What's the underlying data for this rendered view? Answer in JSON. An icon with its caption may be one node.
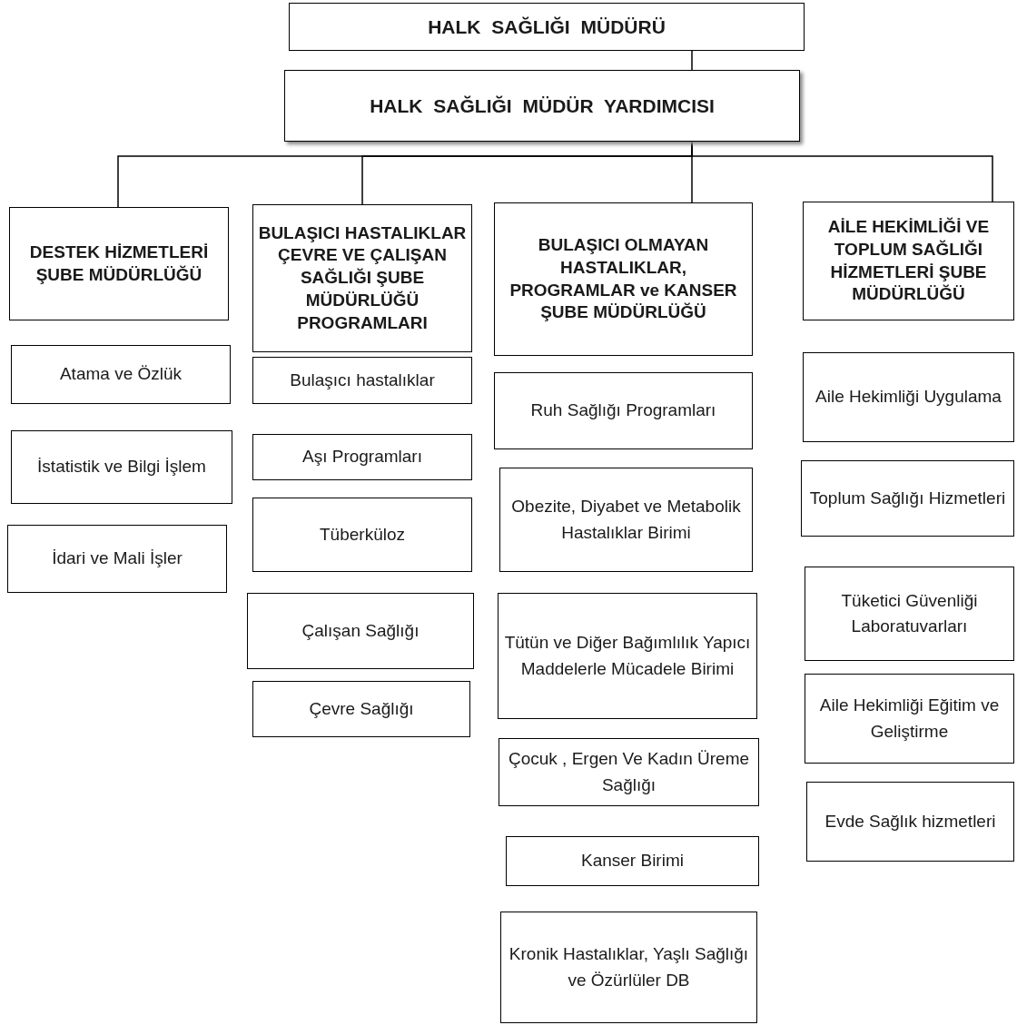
{
  "diagram": {
    "nodes": [
      {
        "text": [
          "HALK SAĞLIĞI MÜDÜRÜ"
        ]
      },
      {
        "text": [
          "HALK SAĞLIĞI MÜDÜR YARDIMCISI"
        ]
      },
      {
        "text": [
          "DESTEK HİZMETLERİ ŞUBE MÜDÜRLÜĞÜ"
        ]
      },
      {
        "text": [
          "BULAŞICI HASTALIKLAR ÇEVRE VE ÇALIŞAN SAĞLIĞI ŞUBE MÜDÜRLÜĞÜ PROGRAMLARI"
        ]
      },
      {
        "text": [
          "BULAŞICI OLMAYAN HASTALIKLAR, PROGRAMLAR ve KANSER ŞUBE MÜDÜRLÜĞÜ"
        ]
      },
      {
        "text": [
          "AİLE HEKİMLİĞİ VE TOPLUM SAĞLIĞI HİZMETLERİ ŞUBE MÜDÜRLÜĞÜ"
        ]
      },
      {
        "text": [
          "Atama ve Özlük"
        ]
      },
      {
        "text": [
          "İstatistik ve Bilgi İşlem"
        ]
      },
      {
        "text": [
          "İdari ve Mali İşler"
        ]
      },
      {
        "text": [
          "Bulaşıcı hastalıklar"
        ]
      },
      {
        "text": [
          "Aşı Programları"
        ]
      },
      {
        "text": [
          "Tüberküloz"
        ]
      },
      {
        "text": [
          "Çalışan Sağlığı"
        ]
      },
      {
        "text": [
          "Çevre Sağlığı"
        ]
      },
      {
        "text": [
          "Ruh Sağlığı Programları"
        ]
      },
      {
        "text": [
          "Obezite, Diyabet ve Metabolik Hastalıklar Birimi"
        ]
      },
      {
        "text": [
          "Tütün ve Diğer Bağımlılık Yapıcı Maddelerle Mücadele Birimi"
        ]
      },
      {
        "text": [
          "Çocuk , Ergen Ve Kadın Üreme Sağlığı"
        ]
      },
      {
        "text": [
          "Kanser Birimi"
        ]
      },
      {
        "text": [
          "Kronik Hastalıklar, Yaşlı Sağlığı ve Özürlüler DB"
        ]
      },
      {
        "text": [
          "Aile Hekimliği Uygulama"
        ]
      },
      {
        "text": [
          "Toplum Sağlığı Hizmetleri"
        ]
      },
      {
        "text": [
          "Tüketici Güvenliği Laboratuvarları"
        ]
      },
      {
        "text": [
          "Aile Hekimliği Eğitim ve Geliştirme"
        ]
      },
      {
        "text": [
          "Evde Sağlık hizmetleri"
        ]
      }
    ],
    "edges": [
      {
        "from": 0,
        "to": 1,
        "arrow": "none"
      },
      {
        "from": 1,
        "to": 2,
        "arrow": "none"
      },
      {
        "from": 1,
        "to": 3,
        "arrow": "none"
      },
      {
        "from": 1,
        "to": 4,
        "arrow": "none"
      },
      {
        "from": 1,
        "to": 5,
        "arrow": "none"
      }
    ]
  }
}
